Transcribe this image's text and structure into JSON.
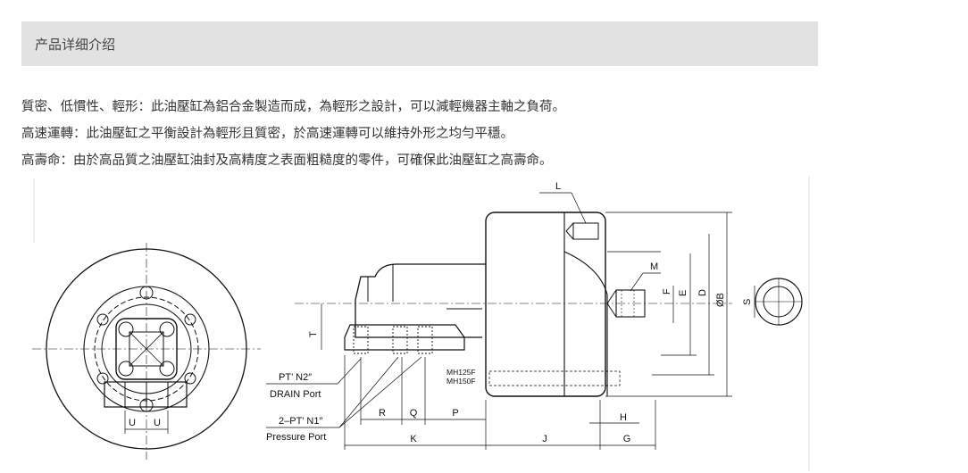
{
  "section": {
    "title": "产品详细介绍"
  },
  "description": [
    "質密、低慣性、輕形：此油壓缸為鋁合金製造而成，為輕形之設計，可以減輕機器主軸之負荷。",
    "高速運轉：此油壓缸之平衡設計為輕形且質密，於高速運轉可以維持外形之均勻平穩。",
    "高壽命：由於高品質之油壓缸油封及高精度之表面粗糙度的零件，可確保此油壓缸之高壽命。"
  ],
  "drawing": {
    "dims": {
      "L": "L",
      "M": "M",
      "F": "F",
      "E": "E",
      "D": "D",
      "B": "ØB",
      "S": "S",
      "T": "T",
      "R": "R",
      "Q": "Q",
      "P": "P",
      "K": "K",
      "J": "J",
      "G": "G",
      "H": "H",
      "U": "U"
    },
    "labels": {
      "drain_spec": "PT’ N2″",
      "drain_name": "DRAIN Port",
      "pressure_spec": "2–PT’ N1″",
      "pressure_name": "Pressure Port",
      "model_1": "MH125F",
      "model_2": "MH150F"
    }
  }
}
